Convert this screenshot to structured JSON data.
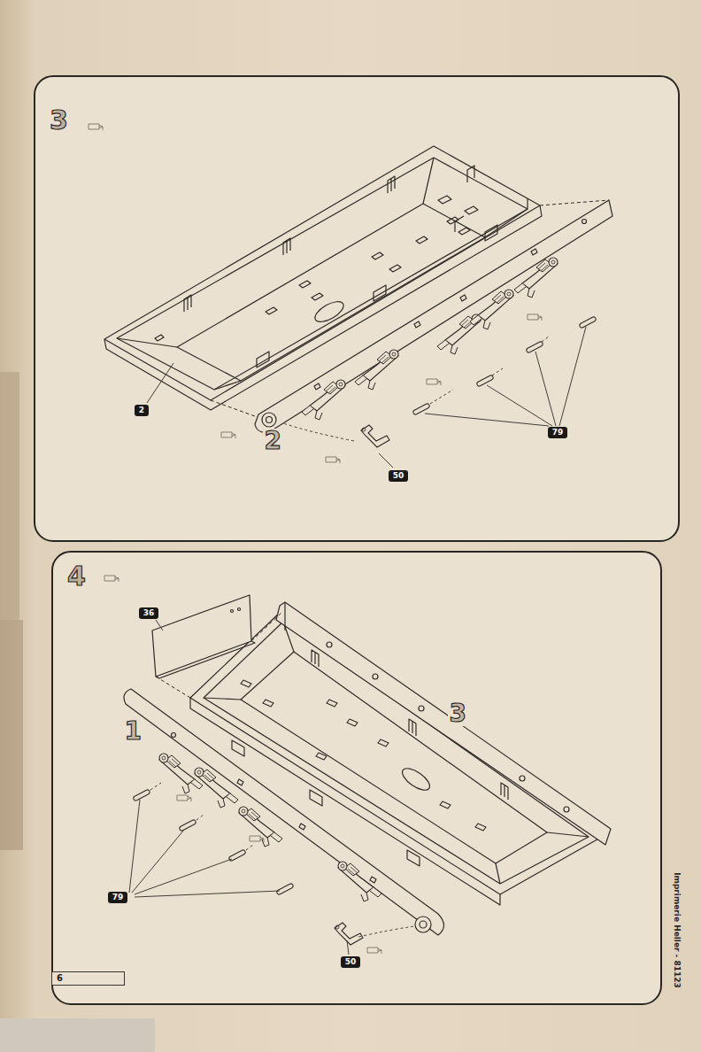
{
  "diagram": {
    "nodes": [
      {
        "text": [
          "3"
        ]
      },
      {
        "text": [
          "2"
        ],
        "in": 0
      },
      {
        "text": [
          "50"
        ],
        "in": 0
      },
      {
        "text": [
          "79"
        ],
        "in": 0
      },
      {
        "text": [
          "4"
        ]
      },
      {
        "text": [
          "36"
        ],
        "in": 4
      },
      {
        "text": [
          "79"
        ],
        "in": 4
      },
      {
        "text": [
          "50"
        ],
        "in": 4
      },
      {
        "text": [
          "6"
        ]
      }
    ],
    "labels": [
      "2",
      "1",
      "3",
      "Imprimerie Heller - 81123"
    ]
  }
}
